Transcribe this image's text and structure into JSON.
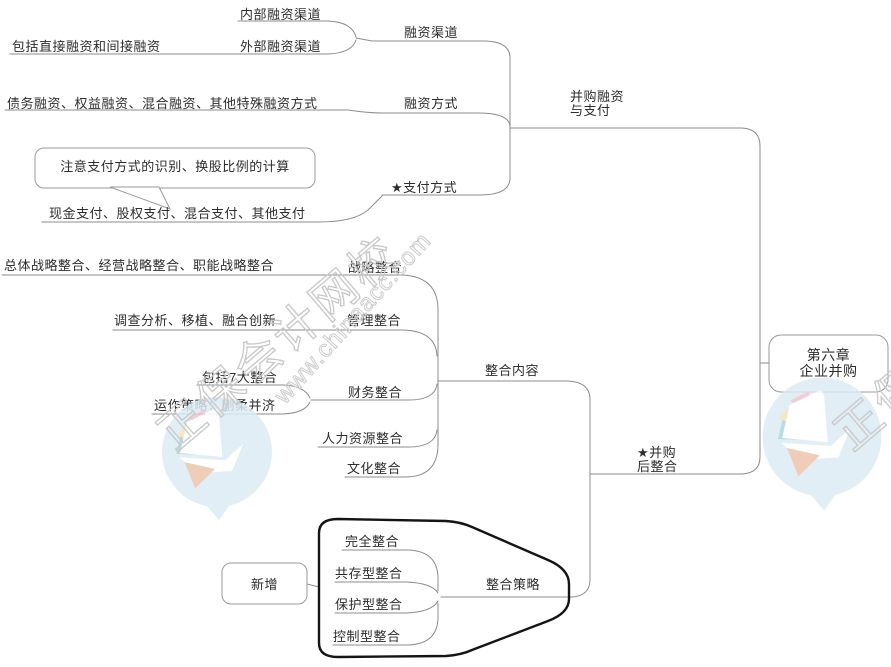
{
  "diagram": {
    "root": {
      "line1": "第六章",
      "line2": "企业并购"
    },
    "financing": {
      "line1": "并购融资",
      "line2": "与支付",
      "channel": {
        "label": "融资渠道",
        "internal": "内部融资渠道",
        "external": "外部融资渠道",
        "external_note": "包括直接融资和间接融资"
      },
      "method": {
        "label": "融资方式",
        "note": "债务融资、权益融资、混合融资、其他特殊融资方式"
      },
      "payment": {
        "label": "★支付方式",
        "note": "现金支付、股权支付、混合支付、其他支付",
        "callout": "注意支付方式的识别、换股比例的计算"
      }
    },
    "integration": {
      "line1": "★并购",
      "line2": "后整合",
      "content": {
        "label": "整合内容",
        "strategy_item": {
          "label": "战略整合",
          "note": "总体战略整合、经营战略整合、职能战略整合"
        },
        "management": {
          "label": "管理整合",
          "note": "调查分析、移植、融合创新"
        },
        "finance": {
          "label": "财务整合",
          "note1": "包括7大整合",
          "note2": "运作策略：刚柔并济"
        },
        "hr": {
          "label": "人力资源整合"
        },
        "culture": {
          "label": "文化整合"
        }
      },
      "strategy": {
        "label": "整合策略",
        "items": [
          "完全整合",
          "共存型整合",
          "保护型整合",
          "控制型整合"
        ],
        "badge": "新增"
      }
    }
  },
  "watermark": {
    "brand": "正保会计网校",
    "url": "www.chinaacc.com"
  },
  "colors": {
    "connector": "#8c8c8c",
    "boundary": "#141414",
    "text": "#2d2d2d",
    "box_border": "#9a9a9a",
    "watermark_blue": "#dcebf5",
    "watermark_gray": "#c8c8c8"
  }
}
